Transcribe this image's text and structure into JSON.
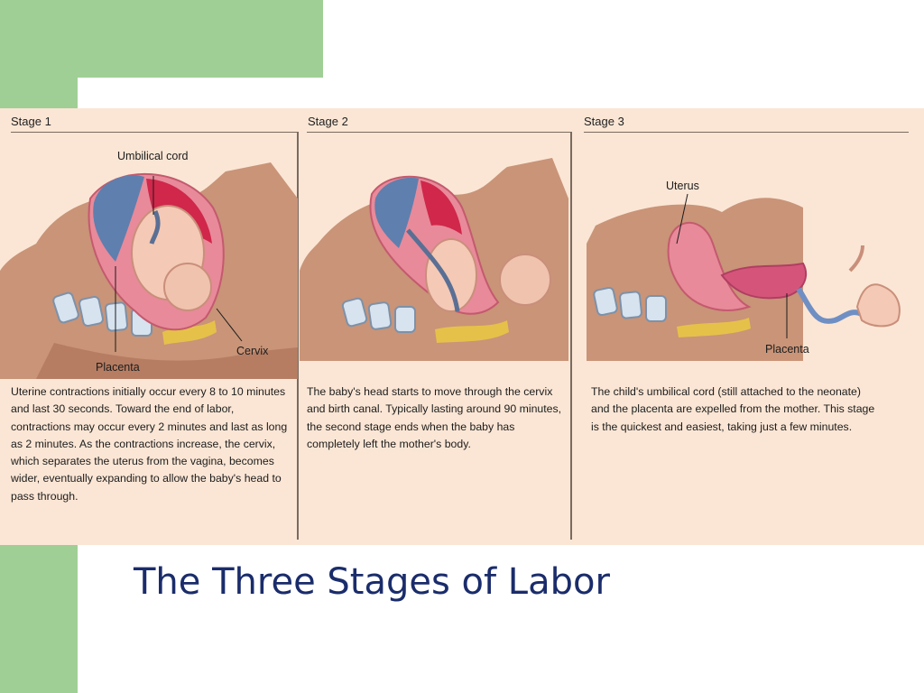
{
  "slide": {
    "title": "The Three Stages of Labor"
  },
  "stages": [
    {
      "heading": "Stage 1",
      "labels": {
        "umbilical_cord": "Umbilical cord",
        "placenta": "Placenta",
        "cervix": "Cervix"
      },
      "description": "Uterine contractions initially occur every 8 to 10 minutes and last 30 seconds.  Toward the end of labor, contractions may occur every 2 minutes and last as long as 2 minutes.  As the contractions increase, the cervix, which separates the uterus from the vagina, becomes wider, eventually expanding to allow the baby's head to pass through."
    },
    {
      "heading": "Stage 2",
      "description": "The baby's head starts to move through the cervix and birth canal.  Typically lasting around 90 minutes, the second stage ends when the baby has completely left the mother's body."
    },
    {
      "heading": "Stage 3",
      "labels": {
        "uterus": "Uterus",
        "placenta": "Placenta"
      },
      "description": "The child's umbilical cord (still attached to the neonate) and the placenta are expelled from the mother.  This stage is the quickest and easiest, taking just a few minutes."
    }
  ],
  "colors": {
    "slide_green": "#9fcf94",
    "figure_background": "#fbe6d5",
    "title_blue": "#1a2c6b"
  }
}
